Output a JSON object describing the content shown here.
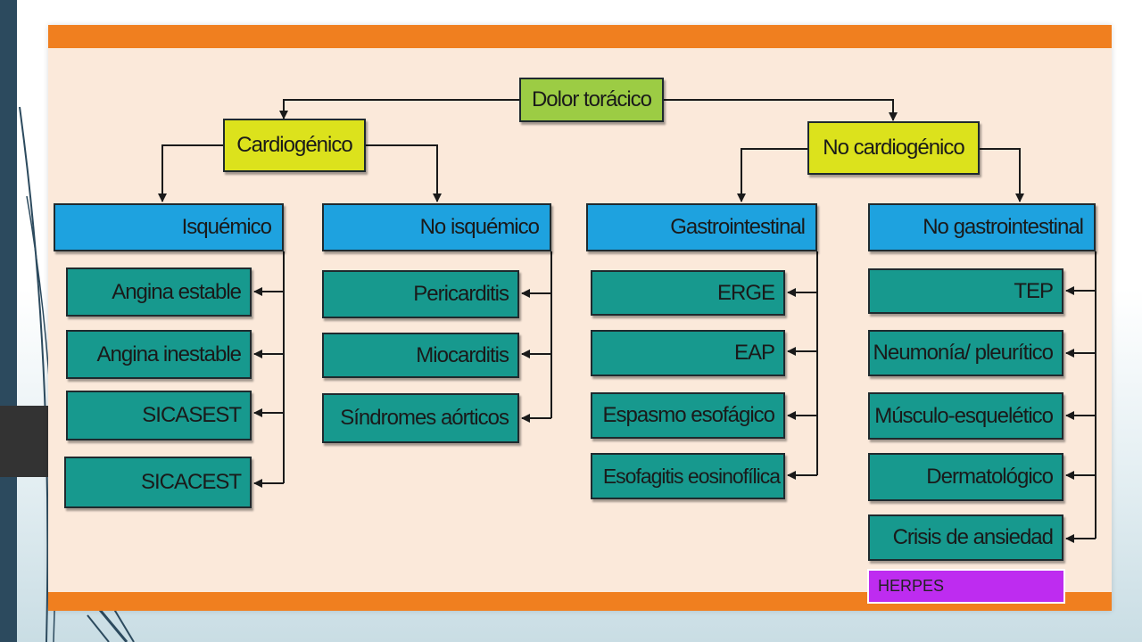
{
  "diagram": {
    "root": "Dolor torácico",
    "branches": [
      {
        "label": "Cardiogénico",
        "groups": [
          {
            "label": "Isquémico",
            "items": [
              "Angina estable",
              "Angina inestable",
              "SICASEST",
              "SICACEST"
            ]
          },
          {
            "label": "No isquémico",
            "items": [
              "Pericarditis",
              "Miocarditis",
              "Síndromes aórticos"
            ]
          }
        ]
      },
      {
        "label": "No cardiogénico",
        "groups": [
          {
            "label": "Gastrointestinal",
            "items": [
              "ERGE",
              "EAP",
              "Espasmo esofágico",
              "Esofagitis eosinofílica"
            ]
          },
          {
            "label": "No gastrointestinal",
            "items": [
              "TEP",
              "Neumonía/ pleurítico",
              "Músculo-esquelético",
              "Dermatológico",
              "Crisis de ansiedad"
            ]
          }
        ]
      }
    ]
  },
  "annotation": {
    "label": "HERPES"
  },
  "colors": {
    "root": "#9ccc44",
    "level1": "#dce21c",
    "level2": "#1ea2df",
    "leaf": "#17998e",
    "stripe": "#f07f1f",
    "figure_bg": "#fbe9da",
    "annotation": "#be2cf0"
  }
}
